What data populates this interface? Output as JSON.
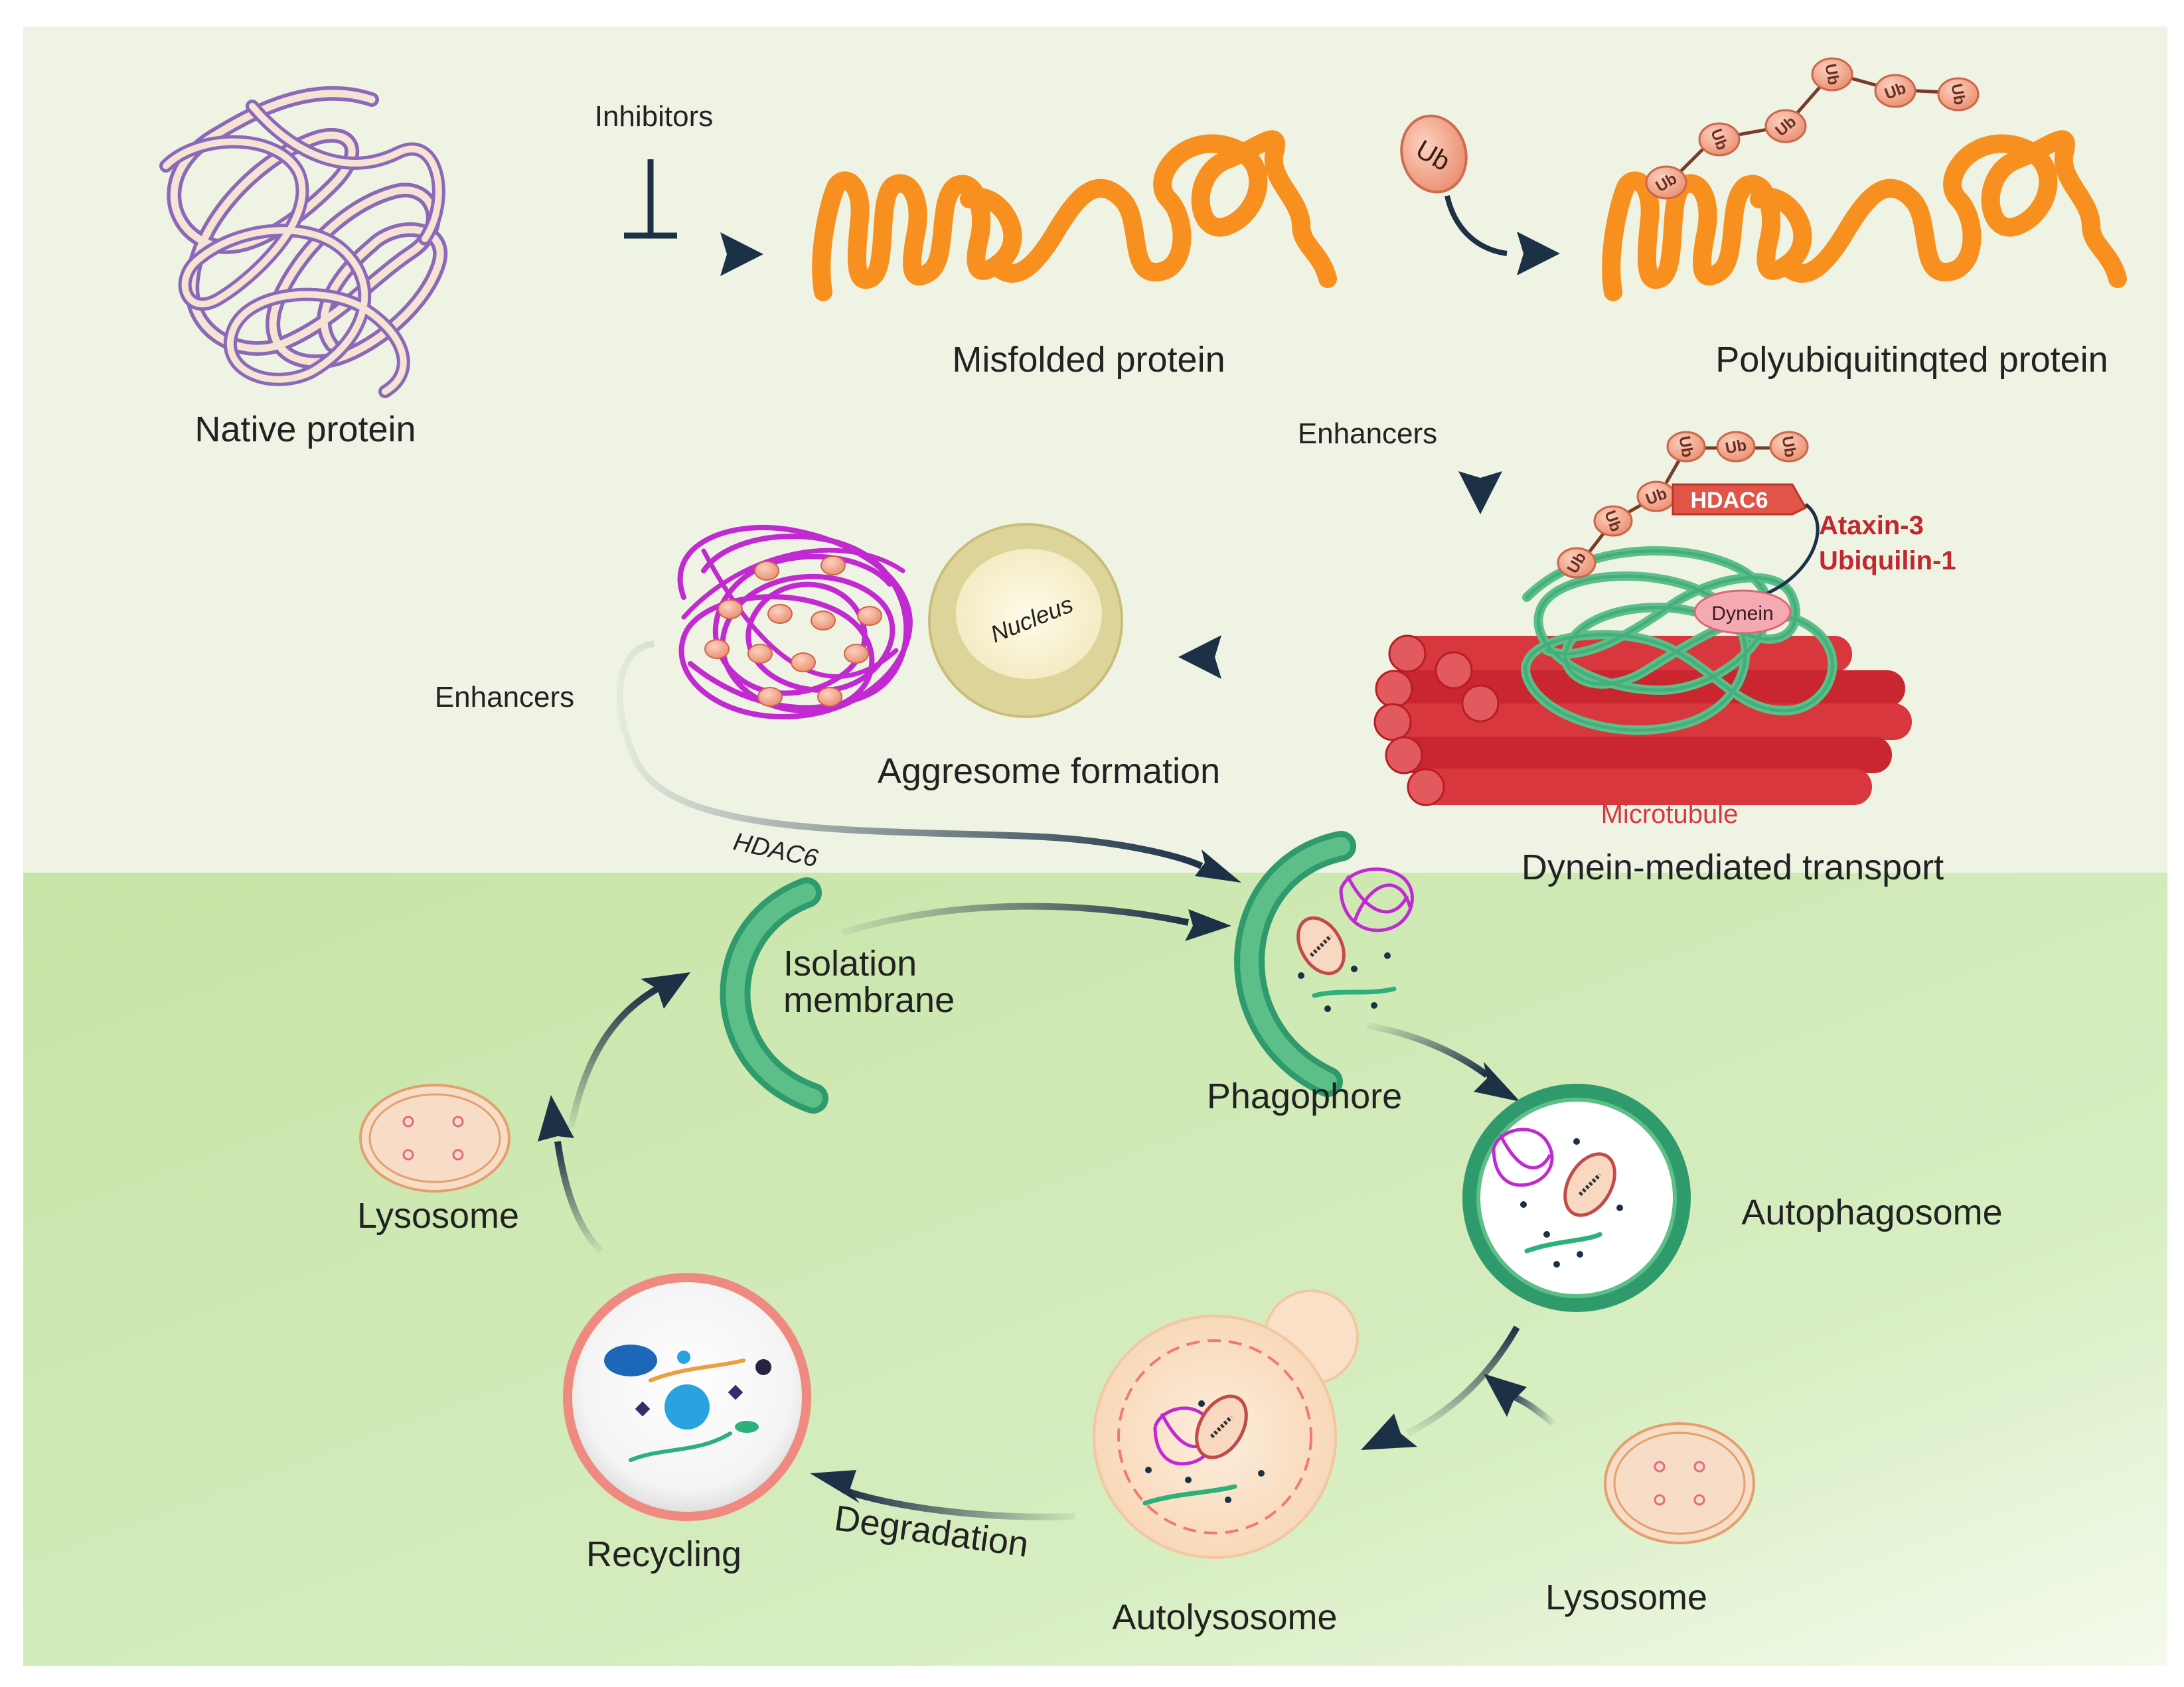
{
  "labels": {
    "native_protein": "Native protein",
    "inhibitors": "Inhibitors",
    "misfolded_protein": "Misfolded protein",
    "ub": "Ub",
    "polyubiquitinated_protein": "Polyubiquitinqted protein",
    "enhancers_top": "Enhancers",
    "hdac6_box": "HDAC6",
    "ataxin3": "Ataxin-3",
    "ubiquilin1": "Ubiquilin-1",
    "dynein": "Dynein",
    "microtubule": "Microtubule",
    "dynein_transport": "Dynein-mediated transport",
    "nucleus": "Nucleus",
    "aggresome_formation": "Aggresome formation",
    "enhancers_left": "Enhancers",
    "hdac6_arrow": "HDAC6",
    "isolation_membrane_1": "Isolation",
    "isolation_membrane_2": "membrane",
    "phagophore": "Phagophore",
    "autophagosome": "Autophagosome",
    "lysosome_left": "Lysosome",
    "lysosome_right": "Lysosome",
    "recycling": "Recycling",
    "degradation": "Degradation",
    "autolysosome": "Autolysosome"
  },
  "colors": {
    "top_panel": "#eef3e4",
    "bottom_panel": "#cfe9b4",
    "misfolded_orange": "#f7901e",
    "ub_bead": "#f3a98c",
    "hdac6_red": "#e05548",
    "microtubule_red": "#d8383d",
    "aggregate_magenta": "#c02ad0",
    "nucleus_tan": "#ddd49a",
    "membrane_green": "#3aa878",
    "arrow_navy": "#1d3146",
    "lysosome_fill": "#f7ddc5",
    "recycling_ring": "#ef8a80"
  }
}
